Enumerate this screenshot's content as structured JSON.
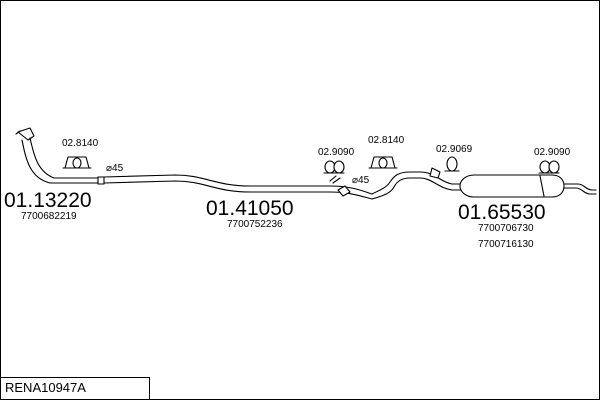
{
  "diagram": {
    "reference": "RENA10947A",
    "parts": [
      {
        "number": "01.13220",
        "oem": [
          "7700682219"
        ]
      },
      {
        "number": "01.41050",
        "oem": [
          "7700752236"
        ]
      },
      {
        "number": "01.65530",
        "oem": [
          "7700706730",
          "7700716130"
        ]
      }
    ],
    "accessories": [
      "02.8140",
      "02.9090",
      "02.8140",
      "02.9069",
      "02.9090"
    ],
    "diameter_labels": [
      "⌀45",
      "⌀45"
    ]
  }
}
